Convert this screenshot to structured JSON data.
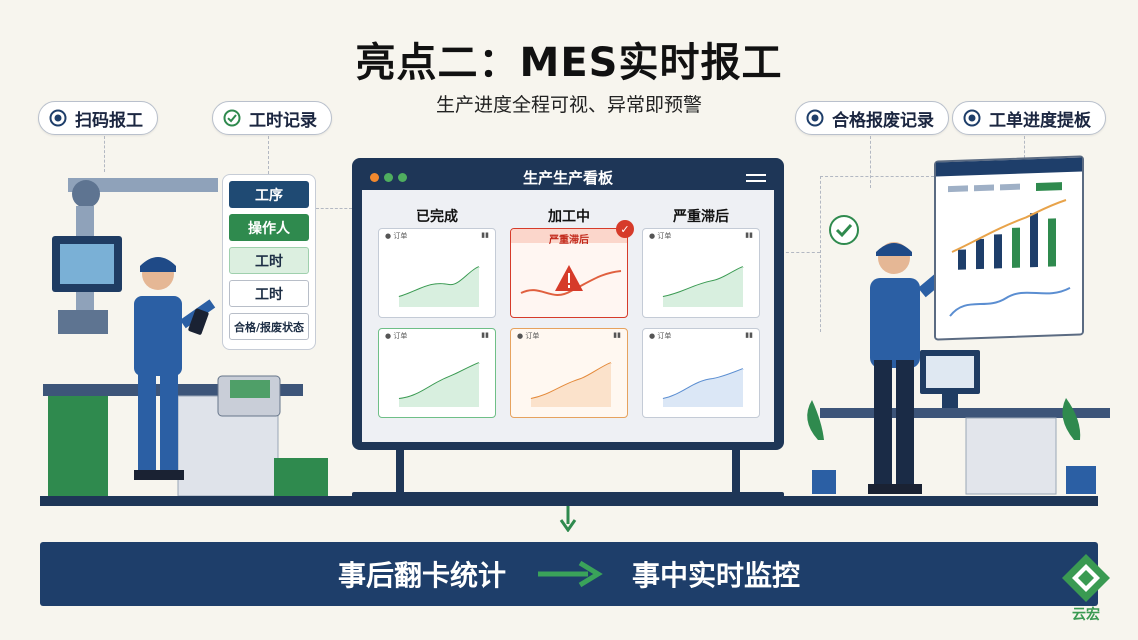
{
  "title": "亮点二：MES实时报工",
  "subtitle": "生产进度全程可视、异常即预警",
  "tags": {
    "scan": "扫码报工",
    "time_record": "工时记录",
    "qualified_scrap": "合格报废记录",
    "order_progress": "工单进度提板"
  },
  "form": {
    "process": "工序",
    "operator": "操作人",
    "hours": "工时",
    "hours2": "工时",
    "status": "合格/报废状态"
  },
  "board": {
    "title": "生产生产看板",
    "col_done": "已完成",
    "col_processing": "加工中",
    "col_delayed": "严重滞后",
    "alert_label": "严重滞后"
  },
  "banner": {
    "before": "事后翻卡统计",
    "after": "事中实时监控"
  },
  "logo_text": "云宏",
  "colors": {
    "navy": "#1e3e6a",
    "green": "#2f8a4e",
    "alert": "#d63b2a"
  }
}
